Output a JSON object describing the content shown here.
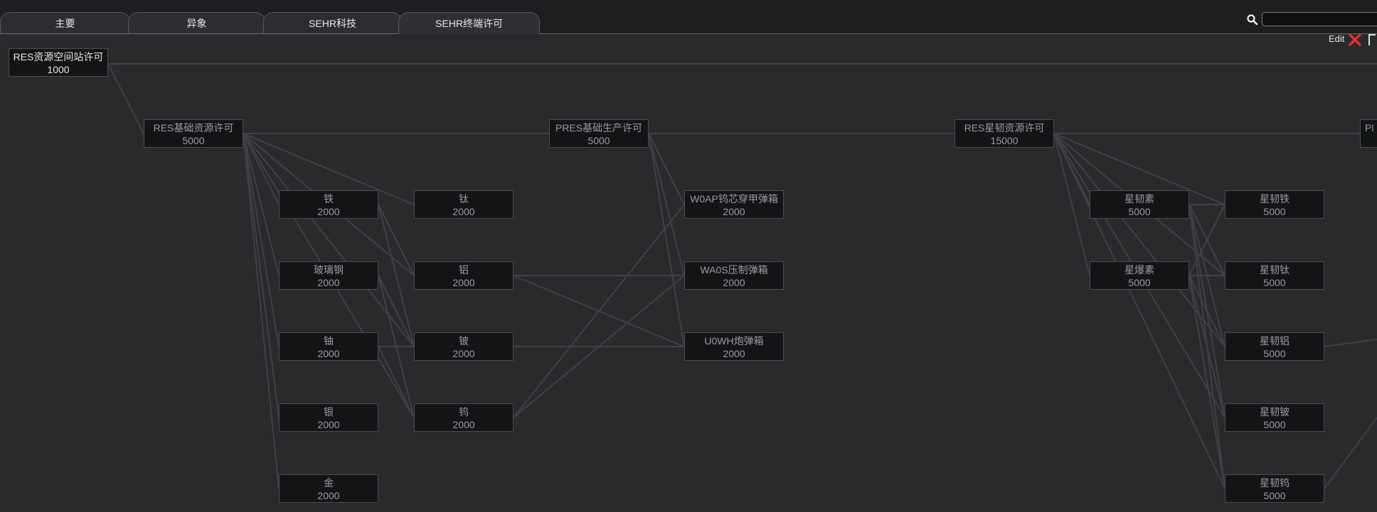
{
  "tabs": [
    {
      "label": "主要"
    },
    {
      "label": "异象"
    },
    {
      "label": "SEHR科技"
    },
    {
      "label": "SEHR终端许可"
    }
  ],
  "search": {
    "placeholder": "",
    "value": ""
  },
  "toolbar": {
    "edit_label": "Edit"
  },
  "icons": {
    "search": "search-icon",
    "close": "close-icon",
    "corner": "corner-bracket-icon"
  },
  "nodes": [
    {
      "id": "res_station",
      "title": "RES资源空间站许可",
      "cost": "1000"
    },
    {
      "id": "res_basic",
      "title": "RES基础资源许可",
      "cost": "5000"
    },
    {
      "id": "pres_basic",
      "title": "PRES基础生产许可",
      "cost": "5000"
    },
    {
      "id": "res_star",
      "title": "RES星韧资源许可",
      "cost": "15000"
    },
    {
      "id": "pl_partial",
      "title": "Pl",
      "cost": ""
    },
    {
      "id": "iron",
      "title": "铁",
      "cost": "2000"
    },
    {
      "id": "glass_steel",
      "title": "玻璃钢",
      "cost": "2000"
    },
    {
      "id": "uranium",
      "title": "铀",
      "cost": "2000"
    },
    {
      "id": "silver",
      "title": "银",
      "cost": "2000"
    },
    {
      "id": "gold",
      "title": "金",
      "cost": "2000"
    },
    {
      "id": "titanium",
      "title": "钛",
      "cost": "2000"
    },
    {
      "id": "aluminum",
      "title": "铝",
      "cost": "2000"
    },
    {
      "id": "beryllium",
      "title": "铍",
      "cost": "2000"
    },
    {
      "id": "tungsten",
      "title": "钨",
      "cost": "2000"
    },
    {
      "id": "w0ap",
      "title": "W0AP钨芯穿甲弹箱",
      "cost": "2000"
    },
    {
      "id": "wa0s",
      "title": "WA0S压制弹箱",
      "cost": "2000"
    },
    {
      "id": "u0wh",
      "title": "U0WH炮弹箱",
      "cost": "2000"
    },
    {
      "id": "star_elem",
      "title": "星韧素",
      "cost": "5000"
    },
    {
      "id": "star_blast",
      "title": "星爆素",
      "cost": "5000"
    },
    {
      "id": "star_iron",
      "title": "星韧铁",
      "cost": "5000"
    },
    {
      "id": "star_ti",
      "title": "星韧钛",
      "cost": "5000"
    },
    {
      "id": "star_al",
      "title": "星韧铝",
      "cost": "5000"
    },
    {
      "id": "star_be",
      "title": "星韧铍",
      "cost": "5000"
    },
    {
      "id": "star_w",
      "title": "星韧钨",
      "cost": "5000"
    }
  ],
  "colors": {
    "background": "#282a2c",
    "node": "#131416",
    "edge": "#3f4144",
    "text_bright": "#e6e8ea",
    "text_dim": "#9a9da1"
  }
}
